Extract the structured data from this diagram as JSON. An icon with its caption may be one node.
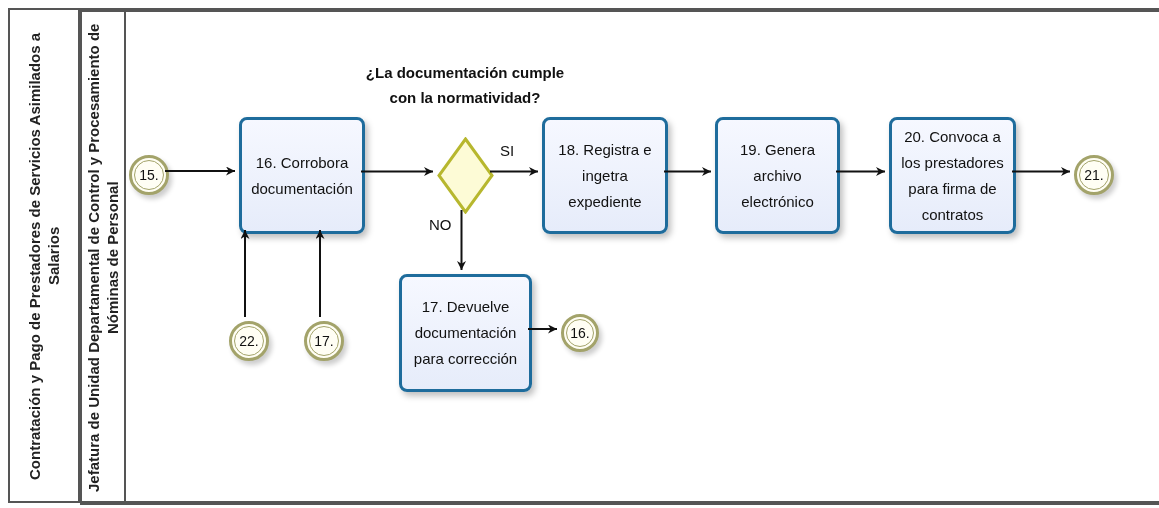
{
  "diagram": {
    "nodes": [
      {
        "text": [
          "Contratación y Pago de Prestadores de Servicios Asimilados a Salarios"
        ]
      },
      {
        "text": [
          "Jefatura de Unidad Departamental de Control y Procesamiento de Nóminas de Personal"
        ],
        "in": 0
      },
      {
        "text": [
          "15."
        ],
        "in": 1
      },
      {
        "text": [
          "16. Corrobora documentación"
        ],
        "in": 1
      },
      {
        "text": [
          "¿La documentación cumple con la normatividad?"
        ],
        "in": 1
      },
      {
        "text": [
          "18. Registra e ingetra expediente"
        ],
        "in": 1
      },
      {
        "text": [
          "19. Genera archivo electrónico"
        ],
        "in": 1
      },
      {
        "text": [
          "20. Convoca a los prestadores para firma de contratos"
        ],
        "in": 1
      },
      {
        "text": [
          "21."
        ],
        "in": 1
      },
      {
        "text": [
          "22."
        ],
        "in": 1
      },
      {
        "text": [
          "17."
        ],
        "in": 1
      },
      {
        "text": [
          "17. Devuelve documentación para corrección"
        ],
        "in": 1
      },
      {
        "text": [
          "16."
        ],
        "in": 1
      }
    ],
    "edges": [
      {
        "from": 2,
        "to": 3,
        "arrow": "to"
      },
      {
        "from": 3,
        "to": 4,
        "arrow": "to"
      },
      {
        "from": 4,
        "to": 5,
        "arrow": "to",
        "label": "SI"
      },
      {
        "from": 5,
        "to": 6,
        "arrow": "to"
      },
      {
        "from": 6,
        "to": 7,
        "arrow": "to"
      },
      {
        "from": 7,
        "to": 8,
        "arrow": "to"
      },
      {
        "from": 9,
        "to": 3,
        "arrow": "to"
      },
      {
        "from": 10,
        "to": 3,
        "arrow": "to"
      },
      {
        "from": 4,
        "to": 11,
        "arrow": "to",
        "label": "NO"
      },
      {
        "from": 11,
        "to": 12,
        "arrow": "to"
      }
    ]
  }
}
